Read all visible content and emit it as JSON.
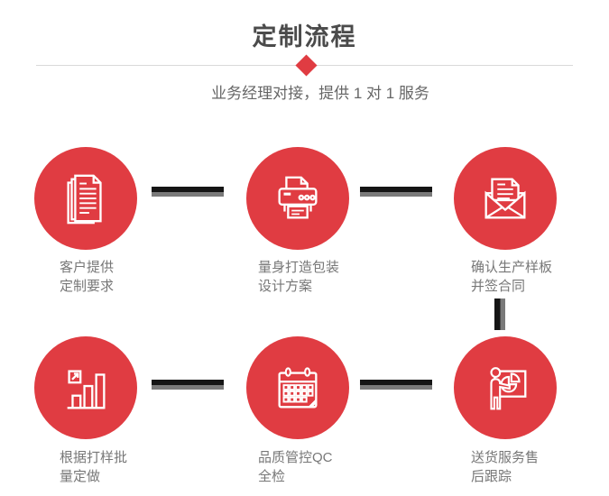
{
  "header": {
    "title": "定制流程",
    "subtitle": "业务经理对接，提供 1 对 1 服务"
  },
  "colors": {
    "accent_red": "#e03c42",
    "title_gray": "#4b4b4b",
    "label_gray": "#777777",
    "divider_gray": "#d9d9d9",
    "connector_dark": "#151515",
    "connector_light": "#7a7a7a"
  },
  "steps": [
    {
      "icon": "documents-icon",
      "line1": "客户提供",
      "line2": "定制要求"
    },
    {
      "icon": "printer-icon",
      "line1": "量身打造包装",
      "line2": "设计方案"
    },
    {
      "icon": "envelope-icon",
      "line1": "确认生产样板",
      "line2": "并签合同"
    },
    {
      "icon": "bar-chart-icon",
      "line1": "根据打样批",
      "line2": "量定做"
    },
    {
      "icon": "calendar-icon",
      "line1": "品质管控QC",
      "line2": "全检"
    },
    {
      "icon": "presentation-icon",
      "line1": "送货服务售",
      "line2": "后跟踪"
    }
  ]
}
